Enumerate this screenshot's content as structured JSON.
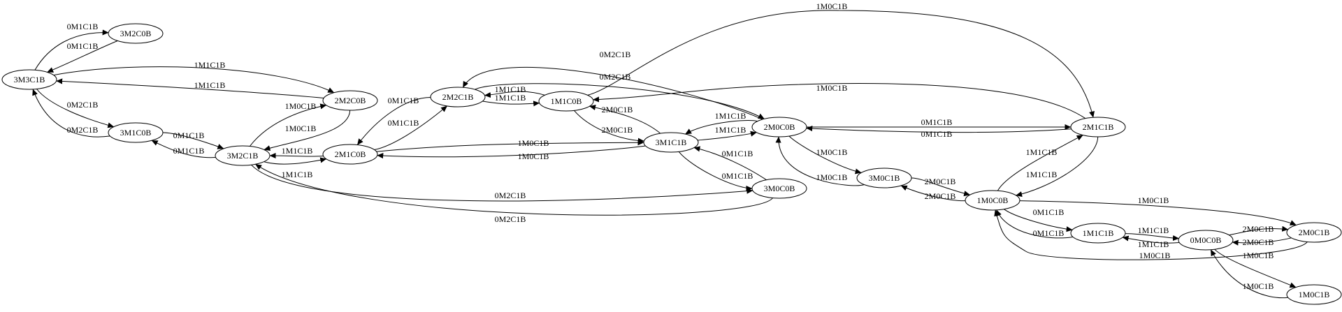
{
  "graph": {
    "nodes": [
      "3M3C1B",
      "3M2C0B",
      "2M2C0B",
      "3M1C0B",
      "3M2C1B",
      "2M1C0B",
      "2M2C1B",
      "1M1C0B",
      "3M1C1B",
      "2M0C0B",
      "3M0C0B",
      "3M0C1B",
      "2M1C1B",
      "1M0C0B",
      "1M1C1B",
      "0M0C0B",
      "2M0C1B",
      "1M0C1B"
    ],
    "edges": [
      {
        "from": "3M3C1B",
        "to": "3M2C0B",
        "label": "0M1C1B"
      },
      {
        "from": "3M2C0B",
        "to": "3M3C1B",
        "label": "0M1C1B"
      },
      {
        "from": "3M3C1B",
        "to": "2M2C0B",
        "label": "1M1C1B"
      },
      {
        "from": "2M2C0B",
        "to": "3M3C1B",
        "label": "1M1C1B"
      },
      {
        "from": "3M3C1B",
        "to": "3M1C0B",
        "label": "0M2C1B"
      },
      {
        "from": "3M1C0B",
        "to": "3M3C1B",
        "label": "0M2C1B"
      },
      {
        "from": "3M1C0B",
        "to": "3M2C1B",
        "label": "0M1C1B"
      },
      {
        "from": "3M2C1B",
        "to": "3M1C0B",
        "label": "0M1C1B"
      },
      {
        "from": "3M2C1B",
        "to": "2M2C0B",
        "label": "1M0C1B"
      },
      {
        "from": "2M2C0B",
        "to": "3M2C1B",
        "label": "1M0C1B"
      },
      {
        "from": "2M1C0B",
        "to": "3M2C1B",
        "label": "1M1C1B"
      },
      {
        "from": "3M2C1B",
        "to": "2M1C0B",
        "label": "1M1C1B"
      },
      {
        "from": "3M2C1B",
        "to": "3M0C0B",
        "label": "0M2C1B"
      },
      {
        "from": "3M0C0B",
        "to": "3M2C1B",
        "label": "0M2C1B"
      },
      {
        "from": "2M2C1B",
        "to": "2M1C0B",
        "label": "0M1C1B"
      },
      {
        "from": "2M1C0B",
        "to": "2M2C1B",
        "label": "0M1C1B"
      },
      {
        "from": "2M1C0B",
        "to": "3M1C1B",
        "label": "1M0C1B"
      },
      {
        "from": "3M1C1B",
        "to": "2M1C0B",
        "label": "1M0C1B"
      },
      {
        "from": "1M1C0B",
        "to": "2M2C1B",
        "label": "1M1C1B"
      },
      {
        "from": "2M2C1B",
        "to": "1M1C0B",
        "label": "1M1C1B"
      },
      {
        "from": "2M0C0B",
        "to": "2M2C1B",
        "label": "0M2C1B"
      },
      {
        "from": "2M2C1B",
        "to": "2M0C0B",
        "label": "0M2C1B"
      },
      {
        "from": "1M1C0B",
        "to": "2M1C1B",
        "label": "1M0C1B"
      },
      {
        "from": "2M1C1B",
        "to": "1M1C0B",
        "label": "1M0C1B"
      },
      {
        "from": "3M1C1B",
        "to": "1M1C0B",
        "label": "2M0C1B"
      },
      {
        "from": "1M1C0B",
        "to": "3M1C1B",
        "label": "2M0C1B"
      },
      {
        "from": "2M0C0B",
        "to": "3M1C1B",
        "label": "1M1C1B"
      },
      {
        "from": "3M1C1B",
        "to": "2M0C0B",
        "label": "1M1C1B"
      },
      {
        "from": "3M0C0B",
        "to": "3M1C1B",
        "label": "0M1C1B"
      },
      {
        "from": "3M1C1B",
        "to": "3M0C0B",
        "label": "0M1C1B"
      },
      {
        "from": "2M0C0B",
        "to": "2M1C1B",
        "label": "0M1C1B"
      },
      {
        "from": "2M1C1B",
        "to": "2M0C0B",
        "label": "0M1C1B"
      },
      {
        "from": "2M0C0B",
        "to": "3M0C1B",
        "label": "1M0C1B"
      },
      {
        "from": "3M0C1B",
        "to": "2M0C0B",
        "label": "1M0C1B"
      },
      {
        "from": "3M0C1B",
        "to": "1M0C0B",
        "label": "2M0C1B"
      },
      {
        "from": "1M0C0B",
        "to": "3M0C1B",
        "label": "2M0C1B"
      },
      {
        "from": "1M0C0B",
        "to": "2M1C1B",
        "label": "1M1C1B"
      },
      {
        "from": "2M1C1B",
        "to": "1M0C0B",
        "label": "1M1C1B"
      },
      {
        "from": "1M0C0B",
        "to": "1M1C1B",
        "label": "0M1C1B"
      },
      {
        "from": "1M1C1B",
        "to": "1M0C0B",
        "label": "0M1C1B"
      },
      {
        "from": "1M0C0B",
        "to": "2M0C1B",
        "label": "1M0C1B"
      },
      {
        "from": "2M0C1B",
        "to": "1M0C0B",
        "label": "1M0C1B"
      },
      {
        "from": "1M1C1B",
        "to": "0M0C0B",
        "label": "1M1C1B"
      },
      {
        "from": "0M0C0B",
        "to": "1M1C1B",
        "label": "1M1C1B"
      },
      {
        "from": "0M0C0B",
        "to": "2M0C1B",
        "label": "2M0C1B"
      },
      {
        "from": "2M0C1B",
        "to": "0M0C0B",
        "label": "2M0C1B"
      },
      {
        "from": "0M0C0B",
        "to": "1M0C1B",
        "label": "1M0C1B"
      },
      {
        "from": "1M0C1B",
        "to": "0M0C0B",
        "label": "1M0C1B"
      }
    ]
  }
}
